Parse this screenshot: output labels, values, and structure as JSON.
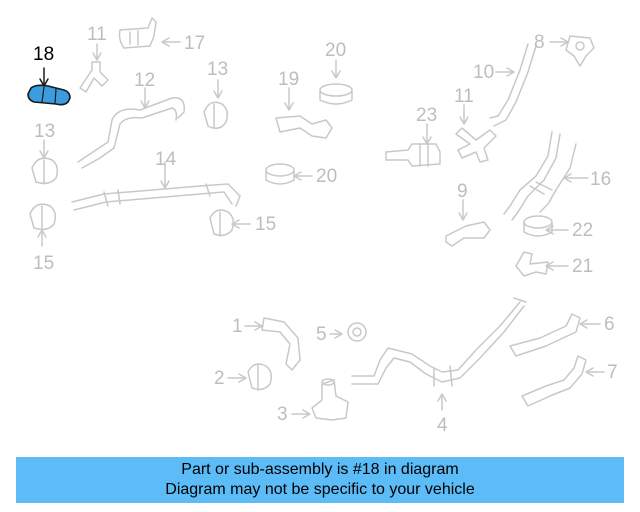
{
  "colors": {
    "part_line": "#c8c8c8",
    "callout_text": "#bdbdbd",
    "highlight_fill": "#3b9cdf",
    "highlight_stroke": "#1a1a1a",
    "banner_bg": "#5bbcf7"
  },
  "callouts": [
    {
      "id": "c18",
      "label": "18",
      "highlight": true
    },
    {
      "id": "c11a",
      "label": "11"
    },
    {
      "id": "c17",
      "label": "17"
    },
    {
      "id": "c12",
      "label": "12"
    },
    {
      "id": "c13a",
      "label": "13"
    },
    {
      "id": "c20a",
      "label": "20"
    },
    {
      "id": "c19",
      "label": "19"
    },
    {
      "id": "c8",
      "label": "8"
    },
    {
      "id": "c10",
      "label": "10"
    },
    {
      "id": "c23",
      "label": "23"
    },
    {
      "id": "c11b",
      "label": "11"
    },
    {
      "id": "c13b",
      "label": "13"
    },
    {
      "id": "c14",
      "label": "14"
    },
    {
      "id": "c20b",
      "label": "20"
    },
    {
      "id": "c16",
      "label": "16"
    },
    {
      "id": "c15a",
      "label": "15"
    },
    {
      "id": "c15b",
      "label": "15"
    },
    {
      "id": "c9",
      "label": "9"
    },
    {
      "id": "c22",
      "label": "22"
    },
    {
      "id": "c21",
      "label": "21"
    },
    {
      "id": "c1",
      "label": "1"
    },
    {
      "id": "c5",
      "label": "5"
    },
    {
      "id": "c6",
      "label": "6"
    },
    {
      "id": "c2",
      "label": "2"
    },
    {
      "id": "c7",
      "label": "7"
    },
    {
      "id": "c3",
      "label": "3"
    },
    {
      "id": "c4",
      "label": "4"
    }
  ],
  "banner": {
    "line1": "Part or sub-assembly is #18 in diagram",
    "line2": "Diagram may not be specific to your vehicle"
  }
}
